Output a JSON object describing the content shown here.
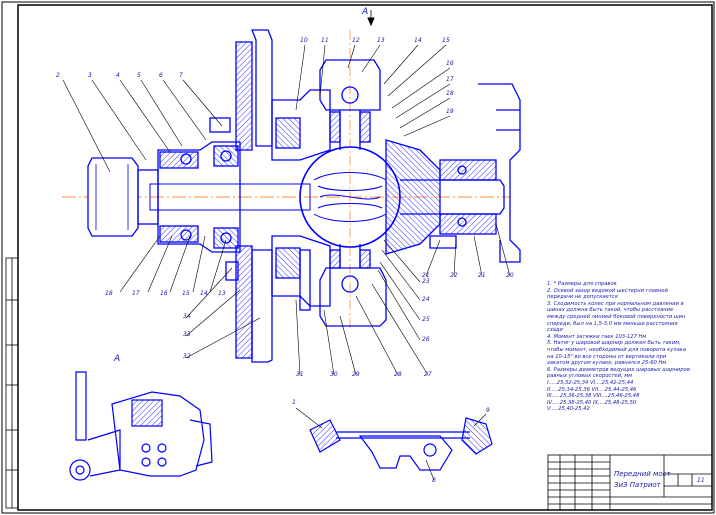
{
  "colors": {
    "outline": "#0000ff",
    "ink": "#000000",
    "axis": "#ff6a00",
    "text": "#1a1aa8",
    "hatch": "#0000ff"
  },
  "view_marks": {
    "arrow_letter": "A",
    "section_view_label": "A"
  },
  "part_numbers": [
    "2",
    "3",
    "4",
    "5",
    "6",
    "7",
    "10",
    "11",
    "12",
    "13",
    "14",
    "15",
    "16",
    "17",
    "18",
    "19",
    "18",
    "17",
    "16",
    "15",
    "14",
    "13",
    "34",
    "33",
    "32",
    "31",
    "30",
    "29",
    "28",
    "27",
    "26",
    "25",
    "24",
    "23",
    "21",
    "22",
    "21",
    "20",
    "1",
    "9",
    "8"
  ],
  "notes": [
    "1. * Размеры для справок",
    "2. Осевой зазор ведомой шестерни главной",
    "передачи не допускается",
    "3. Сходимость колес при нормальном давлении в",
    "шинах должна быть такой, чтобы расстояние",
    "между средней линией боковой поверхности шин",
    "спереди, был на 1,5-3,0 мм меньше расстояния",
    "сзади",
    "4. Момент затяжки гаек   103-127 Нм",
    "5. Натяг у шаровой шарнир должен быть таким,",
    "чтобы момент, необходимый для поворота кулака",
    "на 10-15° во все стороны от вертикали при",
    "закатом другом кулаке, равнялся 25-60 Нм",
    "6. Размеры диаметров ведущих шаровых шарниров",
    "равных угловых скоростей, мм",
    "I.....25,32-25,34     VI....25,42-25,44",
    "II.....25,34-25,36    VII....25,44-25,46",
    "III.....25,36-25,38  VIII....25,46-25,48",
    "IV.....25,38-25,40   IX....25,48-25,50",
    "V.....25,40-25,42"
  ],
  "title_block": {
    "title_line1": "Передний мост",
    "title_line2": "ЗиЗ Патриот",
    "sheet_number": "11"
  }
}
